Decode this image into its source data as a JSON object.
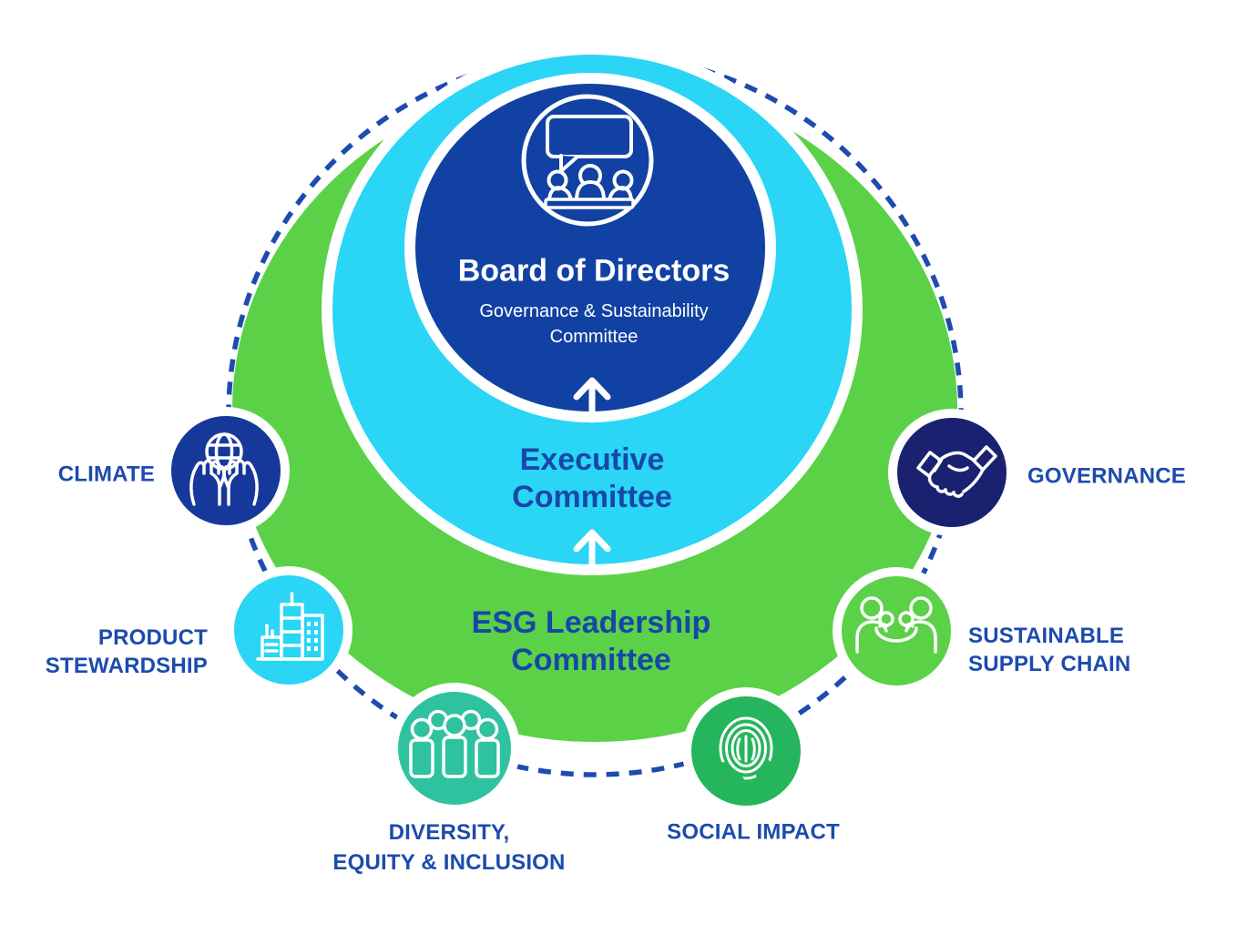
{
  "colors": {
    "main_blue": "#1141A3",
    "cyan": "#2AD5F5",
    "green": "#5BD148",
    "climate_navy": "#17389B",
    "governance_navy": "#1B2171",
    "dei_teal": "#2FC2A0",
    "social_green": "#25B55C",
    "heading_blue": "#1747A8",
    "label_blue": "#1C4BAD",
    "dash_blue": "#1E4BB0",
    "white": "#FFFFFF"
  },
  "rings": {
    "board": {
      "title": "Board of Directors",
      "subtitle_line1": "Governance & Sustainability",
      "subtitle_line2": "Committee",
      "icon": "board-meeting-icon"
    },
    "executive": {
      "line1": "Executive",
      "line2": "Committee"
    },
    "esg": {
      "line1": "ESG Leadership",
      "line2": "Committee"
    }
  },
  "satellites": [
    {
      "id": "climate",
      "label_line1": "CLIMATE",
      "label_line2": "",
      "icon": "hands-globe-icon",
      "color": "#17389B"
    },
    {
      "id": "governance",
      "label_line1": "GOVERNANCE",
      "label_line2": "",
      "icon": "handshake-icon",
      "color": "#1B2171"
    },
    {
      "id": "product-stewardship",
      "label_line1": "PRODUCT",
      "label_line2": "STEWARDSHIP",
      "icon": "buildings-icon",
      "color": "#2AD5F5"
    },
    {
      "id": "sustainable-supply-chain",
      "label_line1": "SUSTAINABLE",
      "label_line2": "SUPPLY CHAIN",
      "icon": "community-icon",
      "color": "#5BD148"
    },
    {
      "id": "diversity-equity-inclusion",
      "label_line1": "DIVERSITY,",
      "label_line2": "EQUITY & INCLUSION",
      "icon": "people-group-icon",
      "color": "#2FC2A0"
    },
    {
      "id": "social-impact",
      "label_line1": "SOCIAL IMPACT",
      "label_line2": "",
      "icon": "fingerprint-icon",
      "color": "#25B55C"
    }
  ]
}
